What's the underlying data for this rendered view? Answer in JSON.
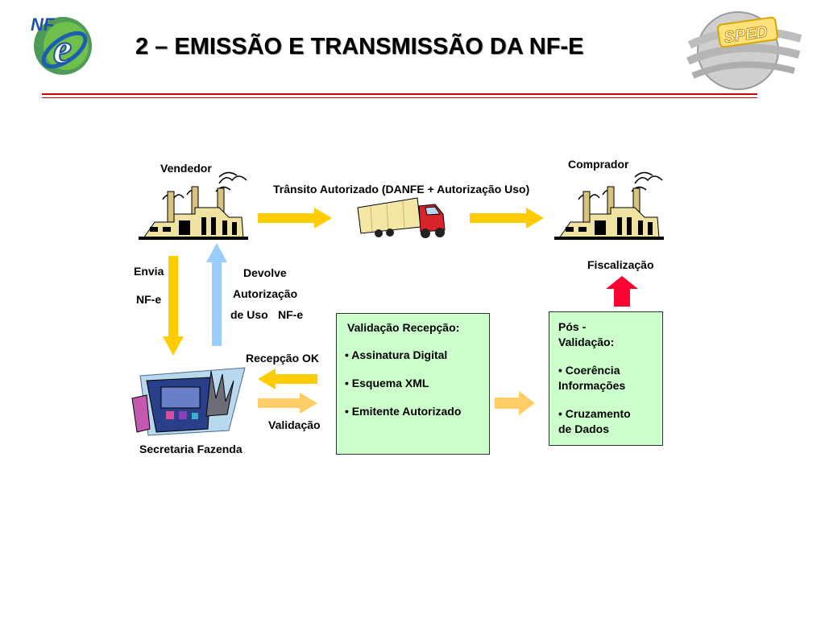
{
  "title": "2 – EMISSÃO E TRANSMISSÃO DA NF-E",
  "logos": {
    "nfe_text": "NF",
    "nfe_letter": "e",
    "sped_text": "SPED"
  },
  "labels": {
    "vendedor": "Vendedor",
    "comprador": "Comprador",
    "transito": "Trânsito Autorizado (DANFE + Autorização Uso)",
    "envia": "Envia",
    "nfe": "NF-e",
    "devolve": "Devolve",
    "autorizacao": "Autorização",
    "de_uso": "de Uso",
    "nfe2": "NF-e",
    "recepcao_ok": "Recepção OK",
    "validacao": "Validação",
    "secretaria": "Secretaria Fazenda",
    "fiscalizacao": "Fiscalização"
  },
  "validacao_recepcao": {
    "heading": "Validação Recepção:",
    "items": [
      "• Assinatura Digital",
      "• Esquema XML",
      "• Emitente Autorizado"
    ]
  },
  "pos_validacao": {
    "heading_line1": "Pós -",
    "heading_line2": "Validação:",
    "items": [
      [
        "• Coerência",
        "Informações"
      ],
      [
        "• Cruzamento",
        "de Dados"
      ]
    ]
  },
  "colors": {
    "header_line": "#cc0000",
    "yellow_arrow": "#ffcc00",
    "light_yellow_arrow": "#ffcc66",
    "blue_arrow": "#99ccff",
    "red_arrow": "#ff0033",
    "box_fill": "#ccffcc"
  }
}
